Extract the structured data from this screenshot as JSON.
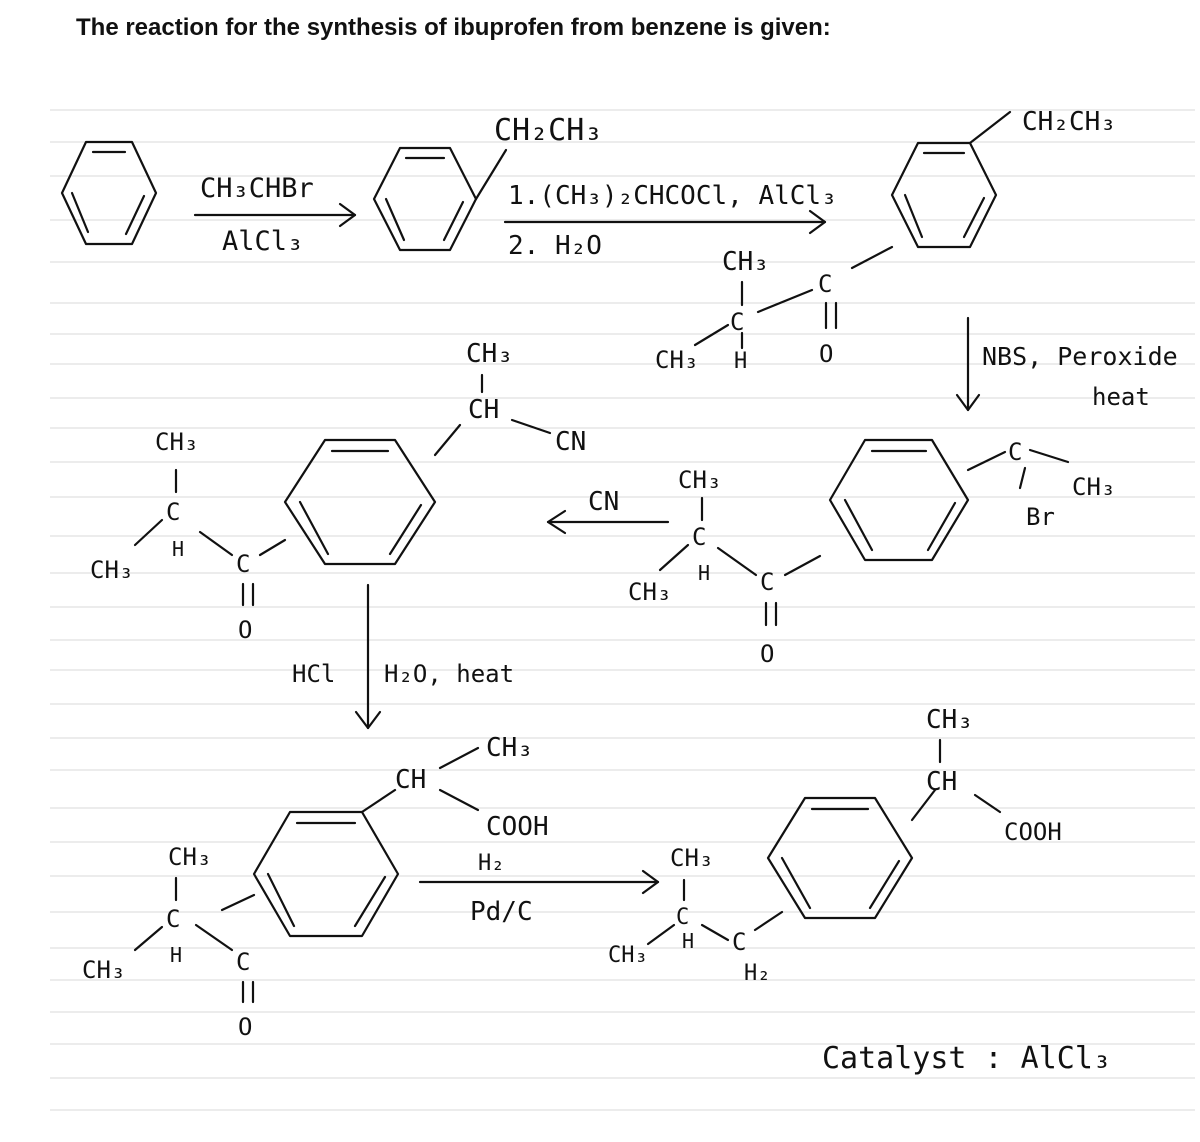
{
  "title": "The reaction for the synthesis of ibuprofen from benzene is given:",
  "step1": {
    "reagent_top": "CH₃CHBr",
    "reagent_bottom": "AlCl₃"
  },
  "ethylbenzene": {
    "substituent": "CH₂CH₃"
  },
  "step2": {
    "reagent_top": "1.(CH₃)₂CHCOCl, AlCl₃",
    "reagent_bottom": "2. H₂O"
  },
  "ketone_top": {
    "substituent": "CH₂CH₃",
    "ch3_top": "CH₃",
    "c_center": "C",
    "ch3_left": "CH₃",
    "h": "H",
    "c_carbonyl": "C",
    "o": "O"
  },
  "step3": {
    "reagent_top": "NBS, Peroxide",
    "reagent_bottom": "heat"
  },
  "bromide": {
    "c": "C",
    "ch3": "CH₃",
    "br": "Br"
  },
  "step4": {
    "reagent": "CN"
  },
  "nitrile": {
    "ch3_top": "CH₃",
    "ch": "CH",
    "cn": "CN",
    "ch3_a": "CH₃",
    "ch3_b": "CH₃",
    "c": "C",
    "h": "H",
    "c_carbonyl": "C",
    "o": "O"
  },
  "mid_ketone": {
    "ch3_top": "CH₃",
    "c": "C",
    "h": "H",
    "ch3_left": "CH₃",
    "c_carbonyl": "C",
    "o": "O"
  },
  "step5": {
    "reagent_left": "HCl",
    "reagent_right": "H₂O, heat"
  },
  "acid_ketone": {
    "ch": "CH",
    "ch3": "CH₃",
    "cooh": "COOH",
    "ch3_a": "CH₃",
    "ch3_b": "CH₃",
    "c": "C",
    "h": "H",
    "c_carbonyl": "C",
    "o": "O"
  },
  "step6": {
    "reagent_top": "H₂",
    "reagent_bottom": "Pd/C"
  },
  "ibuprofen": {
    "ch3_top": "CH₃",
    "ch": "CH",
    "cooh": "COOH",
    "ch3_a": "CH₃",
    "ch3_b": "CH₃",
    "c": "C",
    "h": "H",
    "ch2": "C",
    "h2": "H₂"
  },
  "catalyst_note": "Catalyst : AlCl₃"
}
